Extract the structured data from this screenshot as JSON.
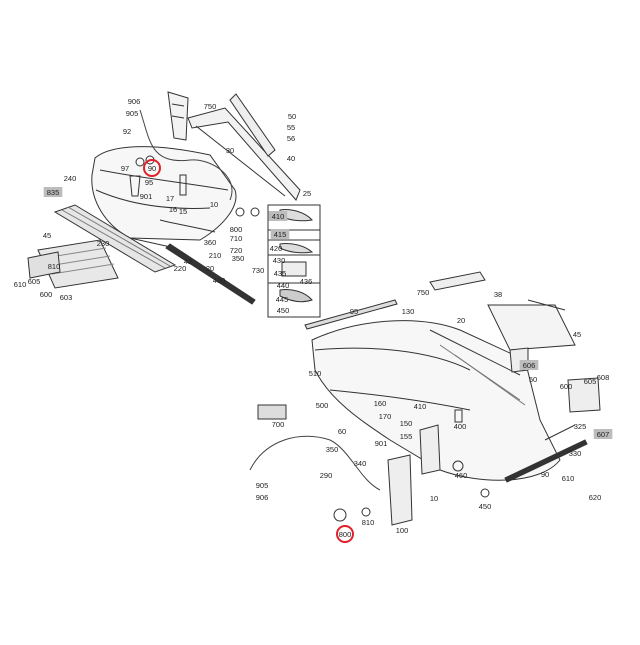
{
  "highlight_color": "#e0202a",
  "front_diagram": {
    "callouts": [
      {
        "id": "906",
        "label": "906"
      },
      {
        "id": "905",
        "label": "905"
      },
      {
        "id": "92",
        "label": "92"
      },
      {
        "id": "750",
        "label": "750"
      },
      {
        "id": "50",
        "label": "50"
      },
      {
        "id": "55",
        "label": "55"
      },
      {
        "id": "56",
        "label": "56"
      },
      {
        "id": "40",
        "label": "40"
      },
      {
        "id": "30",
        "label": "30"
      },
      {
        "id": "97",
        "label": "97"
      },
      {
        "id": "95",
        "label": "95"
      },
      {
        "id": "90",
        "label": "90",
        "highlighted": true
      },
      {
        "id": "240",
        "label": "240"
      },
      {
        "id": "17",
        "label": "17"
      },
      {
        "id": "901",
        "label": "901"
      },
      {
        "id": "16",
        "label": "16"
      },
      {
        "id": "15",
        "label": "15"
      },
      {
        "id": "10",
        "label": "10"
      },
      {
        "id": "42",
        "label": "42"
      },
      {
        "id": "25",
        "label": "25"
      },
      {
        "id": "835",
        "label": "835",
        "boxed": true
      },
      {
        "id": "45",
        "label": "45"
      },
      {
        "id": "230",
        "label": "230"
      },
      {
        "id": "800",
        "label": "800"
      },
      {
        "id": "710",
        "label": "710"
      },
      {
        "id": "720",
        "label": "720"
      },
      {
        "id": "350",
        "label": "350"
      },
      {
        "id": "360",
        "label": "360"
      },
      {
        "id": "210",
        "label": "210"
      },
      {
        "id": "220",
        "label": "220"
      },
      {
        "id": "20",
        "label": "20"
      },
      {
        "id": "400",
        "label": "400"
      },
      {
        "id": "730",
        "label": "730"
      },
      {
        "id": "610f",
        "label": "610"
      },
      {
        "id": "605f",
        "label": "605"
      },
      {
        "id": "600f",
        "label": "600"
      },
      {
        "id": "603",
        "label": "603"
      },
      {
        "id": "810",
        "label": "810"
      },
      {
        "id": "410",
        "label": "410",
        "boxed": true
      },
      {
        "id": "415",
        "label": "415",
        "boxed": true
      },
      {
        "id": "420",
        "label": "420"
      },
      {
        "id": "430",
        "label": "430"
      },
      {
        "id": "435",
        "label": "435"
      },
      {
        "id": "436",
        "label": "436"
      },
      {
        "id": "440",
        "label": "440"
      },
      {
        "id": "445",
        "label": "445"
      },
      {
        "id": "450",
        "label": "450"
      }
    ]
  },
  "rear_diagram": {
    "callouts": [
      {
        "id": "750r",
        "label": "750"
      },
      {
        "id": "38",
        "label": "38"
      },
      {
        "id": "95r",
        "label": "95"
      },
      {
        "id": "130",
        "label": "130"
      },
      {
        "id": "20r",
        "label": "20"
      },
      {
        "id": "45r",
        "label": "45"
      },
      {
        "id": "510",
        "label": "510"
      },
      {
        "id": "500",
        "label": "500"
      },
      {
        "id": "50r",
        "label": "50"
      },
      {
        "id": "605r",
        "label": "605"
      },
      {
        "id": "608",
        "label": "608"
      },
      {
        "id": "606",
        "label": "606",
        "boxed": true
      },
      {
        "id": "600r",
        "label": "600"
      },
      {
        "id": "700",
        "label": "700"
      },
      {
        "id": "160",
        "label": "160"
      },
      {
        "id": "170",
        "label": "170"
      },
      {
        "id": "410",
        "label": "410"
      },
      {
        "id": "400",
        "label": "400"
      },
      {
        "id": "325",
        "label": "325"
      },
      {
        "id": "607",
        "label": "607",
        "boxed": true
      },
      {
        "id": "330",
        "label": "330"
      },
      {
        "id": "150",
        "label": "150"
      },
      {
        "id": "155",
        "label": "155"
      },
      {
        "id": "901r",
        "label": "901"
      },
      {
        "id": "350",
        "label": "350"
      },
      {
        "id": "340",
        "label": "340"
      },
      {
        "id": "60",
        "label": "60"
      },
      {
        "id": "290",
        "label": "290"
      },
      {
        "id": "460",
        "label": "460"
      },
      {
        "id": "90r",
        "label": "90"
      },
      {
        "id": "610r",
        "label": "610"
      },
      {
        "id": "620",
        "label": "620"
      },
      {
        "id": "905r",
        "label": "905"
      },
      {
        "id": "906r",
        "label": "906"
      },
      {
        "id": "450r",
        "label": "450"
      },
      {
        "id": "810",
        "label": "810"
      },
      {
        "id": "800r",
        "label": "800",
        "highlighted": true
      },
      {
        "id": "100",
        "label": "100"
      },
      {
        "id": "10r",
        "label": "10"
      }
    ]
  }
}
